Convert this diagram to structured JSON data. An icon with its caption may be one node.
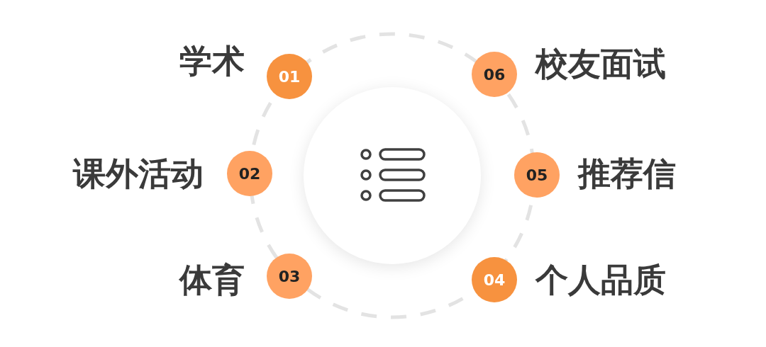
{
  "diagram": {
    "nodes": [
      {
        "text": [
          "01"
        ],
        "beside": [
          "学术"
        ]
      },
      {
        "text": [
          "02"
        ],
        "beside": [
          "课外活动"
        ]
      },
      {
        "text": [
          "03"
        ],
        "beside": [
          "体育"
        ]
      },
      {
        "text": [
          "04"
        ],
        "beside": [
          "个人品质"
        ]
      },
      {
        "text": [
          "05"
        ],
        "beside": [
          "推荐信"
        ]
      },
      {
        "text": [
          "06"
        ],
        "beside": [
          "校友面试"
        ]
      }
    ]
  }
}
